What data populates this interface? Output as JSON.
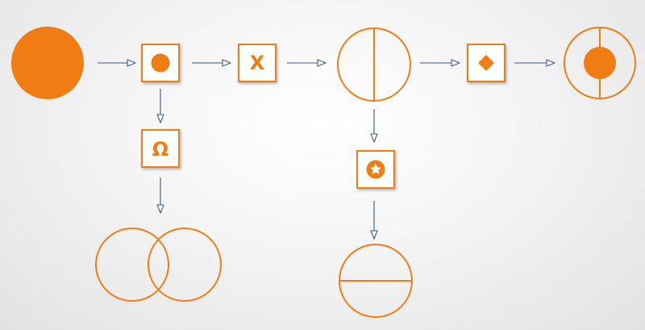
{
  "colors": {
    "accent": "#f07d13",
    "box_fill": "#ffffff",
    "arrow": "#3a5a82",
    "background": "#ececec"
  },
  "diagram": {
    "nodes": {
      "start": {
        "shape": "filled-circle"
      },
      "dot_box": {
        "shape": "square",
        "icon": "filled-circle-icon"
      },
      "x_box": {
        "shape": "square",
        "icon": "x-icon",
        "label": "X"
      },
      "omega_box": {
        "shape": "square",
        "icon": "omega-icon",
        "label": "Ω"
      },
      "venn": {
        "shape": "two-overlapping-circles"
      },
      "split_v": {
        "shape": "circle-vertical-divider"
      },
      "star_box": {
        "shape": "square",
        "icon": "star-badge-icon"
      },
      "split_h": {
        "shape": "circle-horizontal-divider"
      },
      "diamond_box": {
        "shape": "square",
        "icon": "diamond-cluster-icon"
      },
      "end": {
        "shape": "target-circle"
      }
    },
    "edges": [
      {
        "from": "start",
        "to": "dot_box"
      },
      {
        "from": "dot_box",
        "to": "x_box"
      },
      {
        "from": "x_box",
        "to": "split_v"
      },
      {
        "from": "split_v",
        "to": "diamond_box"
      },
      {
        "from": "diamond_box",
        "to": "end"
      },
      {
        "from": "dot_box",
        "to": "omega_box"
      },
      {
        "from": "omega_box",
        "to": "venn"
      },
      {
        "from": "split_v",
        "to": "star_box"
      },
      {
        "from": "star_box",
        "to": "split_h"
      }
    ]
  }
}
